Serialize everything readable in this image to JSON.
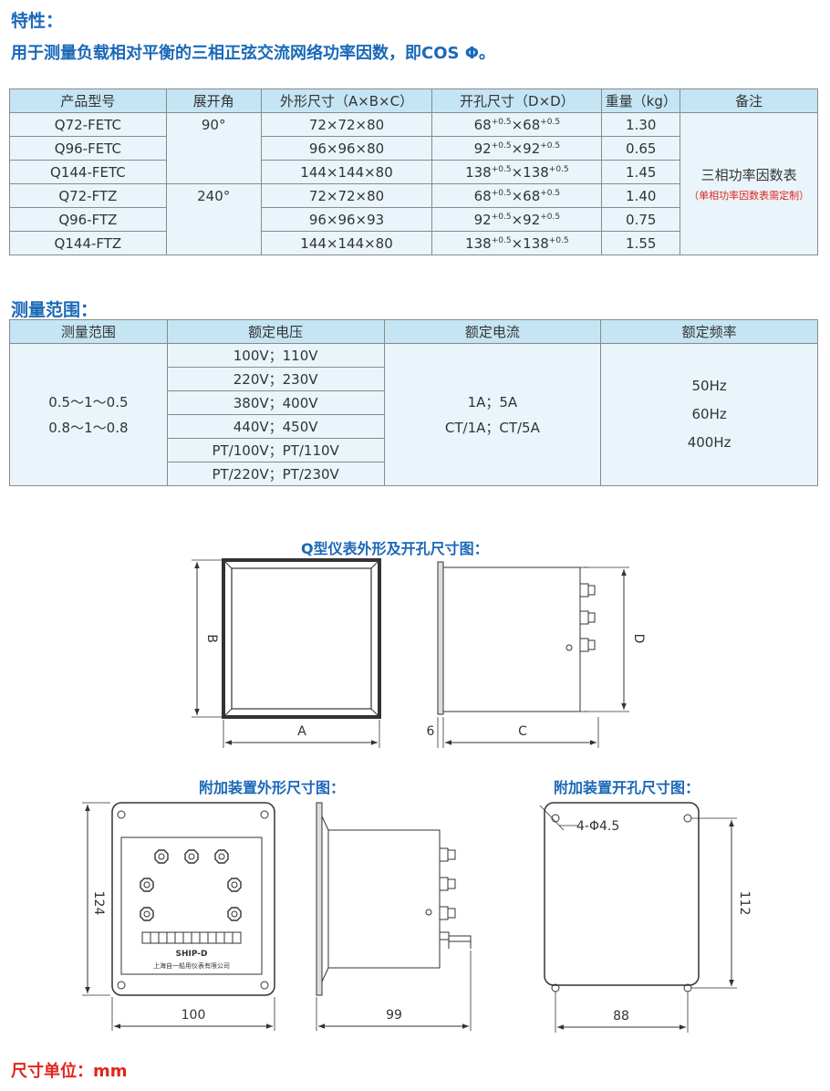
{
  "features": {
    "heading": "特性：",
    "description": "用于测量负载相对平衡的三相正弦交流网络功率因数，即COS Φ。"
  },
  "spec_table": {
    "headers": [
      "产品型号",
      "展开角",
      "外形尺寸（A×B×C）",
      "开孔尺寸（D×D）",
      "重量（kg）",
      "备注"
    ],
    "rows": [
      {
        "model": "Q72-FETC",
        "outline": "72×72×80",
        "cut_a": "68",
        "cut_b": "68",
        "tol": "+0.5",
        "weight": "1.30"
      },
      {
        "model": "Q96-FETC",
        "outline": "96×96×80",
        "cut_a": "92",
        "cut_b": "92",
        "tol": "+0.5",
        "weight": "0.65"
      },
      {
        "model": "Q144-FETC",
        "outline": "144×144×80",
        "cut_a": "138",
        "cut_b": "138",
        "tol": "+0.5",
        "weight": "1.45"
      },
      {
        "model": "Q72-FTZ",
        "outline": "72×72×80",
        "cut_a": "68",
        "cut_b": "68",
        "tol": "+0.5",
        "weight": "1.40"
      },
      {
        "model": "Q96-FTZ",
        "outline": "96×96×93",
        "cut_a": "92",
        "cut_b": "92",
        "tol": "+0.5",
        "weight": "0.75"
      },
      {
        "model": "Q144-FTZ",
        "outline": "144×144×80",
        "cut_a": "138",
        "cut_b": "138",
        "tol": "+0.5",
        "weight": "1.55"
      }
    ],
    "angle_1": "90°",
    "angle_2": "240°",
    "remark": "三相功率因数表",
    "remark_note": "（单相功率因数表需定制）"
  },
  "range": {
    "heading": "测量范围：",
    "headers": [
      "测量范围",
      "额定电压",
      "额定电流",
      "额定频率"
    ],
    "range_1": "0.5～1～0.5",
    "range_2": "0.8～1～0.8",
    "voltages": [
      "100V；110V",
      "220V；230V",
      "380V；400V",
      "440V；450V",
      "PT/100V；PT/110V",
      "PT/220V；PT/230V"
    ],
    "current_1": "1A；5A",
    "current_2": "CT/1A；CT/5A",
    "frequencies": [
      "50Hz",
      "60Hz",
      "400Hz"
    ]
  },
  "diagrams": {
    "q_caption": "Q型仪表外形及开孔尺寸图：",
    "accessory_caption": "附加装置外形尺寸图：",
    "accessory_cutout_caption": "附加装置开孔尺寸图：",
    "label_a": "A",
    "label_b": "B",
    "label_c": "C",
    "label_d": "D",
    "label_6": "6",
    "dim_124": "124",
    "dim_100": "100",
    "dim_99": "99",
    "dim_112": "112",
    "dim_88": "88",
    "hole_spec": "4-Φ4.5",
    "brand": "SHIP-D",
    "maker": "上海自一船用仪表有限公司"
  },
  "footer": "尺寸单位：mm"
}
